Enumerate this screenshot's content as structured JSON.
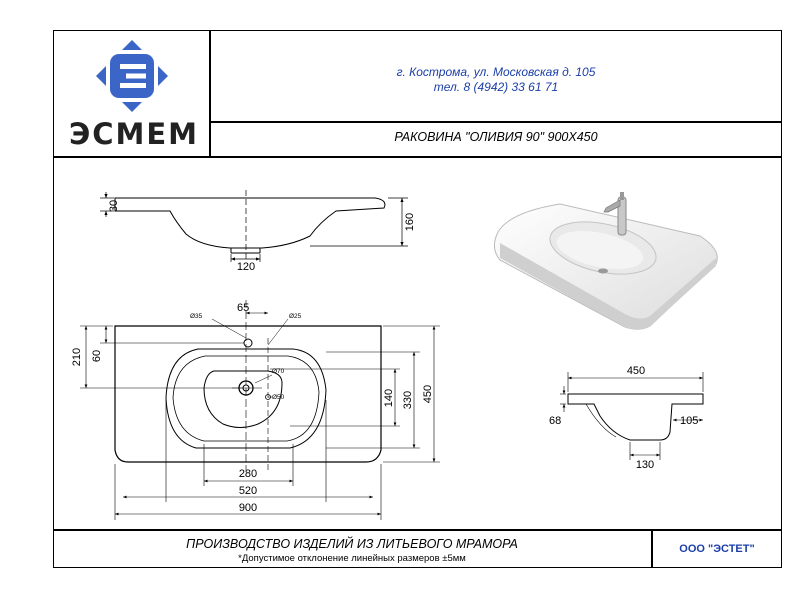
{
  "header": {
    "address_line1": "г. Кострома, ул. Московская д. 105",
    "address_line2": "тел. 8 (4942) 33 61 71",
    "product_title": "РАКОВИНА \"ОЛИВИЯ 90\" 900Х450",
    "logo_text": "ЭСМЕМ"
  },
  "dimensions": {
    "side_thickness": "30",
    "side_height": "160",
    "drain_width": "120",
    "tap_offset": "65",
    "tap_hole_diameter": "Ø35",
    "overflow_diameter": "Ø25",
    "bowl_diameter": "Ø70",
    "drain_diameter": "Ø50",
    "depth_total": "210",
    "tap_depth": "60",
    "bowl_depth_inner": "140",
    "bowl_depth": "330",
    "overall_depth": "450",
    "bowl_inner_width": "280",
    "bowl_width": "520",
    "overall_width": "900",
    "small_depth": "450",
    "small_height": "68",
    "small_offset": "105",
    "small_drain": "130"
  },
  "footer": {
    "title": "ПРОИЗВОДСТВО ИЗДЕЛИЙ ИЗ ЛИТЬЕВОГО МРАМОРА",
    "note": "*Допустимое отклонение линейных размеров  ±5мм",
    "company": "ООО \"ЭСТЕТ\""
  },
  "colors": {
    "accent": "#1a3ea8",
    "logo_blue": "#3b66c8"
  }
}
